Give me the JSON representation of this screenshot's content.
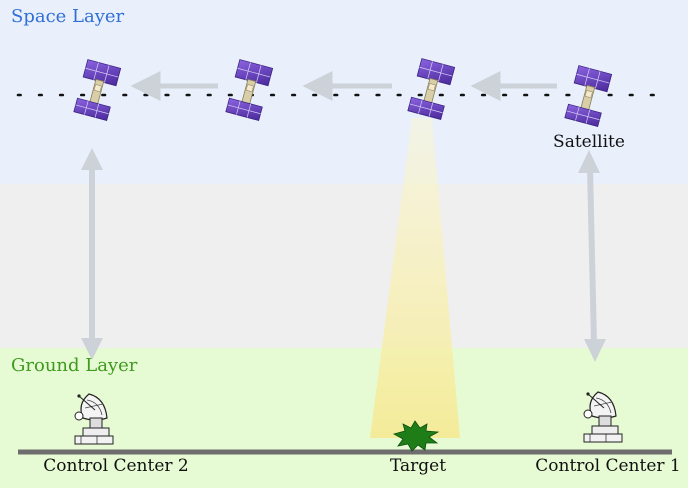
{
  "layers": {
    "space_title": "Space Layer",
    "ground_title": "Ground Layer"
  },
  "labels": {
    "satellite": "Satellite",
    "control_center_2": "Control Center 2",
    "target": "Target",
    "control_center_1": "Control Center 1"
  },
  "colors": {
    "space_layer_bg": "#e9f0fc",
    "middle_bg": "#efefef",
    "ground_layer_bg": "#e6fbd3",
    "space_title": "#2f6fd6",
    "ground_title": "#3f9a1e",
    "arrow": "#cdd2d8",
    "beam": "#f7eea5",
    "target": "#1f7d18",
    "solar_panel": "#6a3fc4",
    "ground_line": "#6e6e6e"
  },
  "icons": [
    "satellite-icon",
    "satellite-dish-icon",
    "target-burst-icon"
  ]
}
